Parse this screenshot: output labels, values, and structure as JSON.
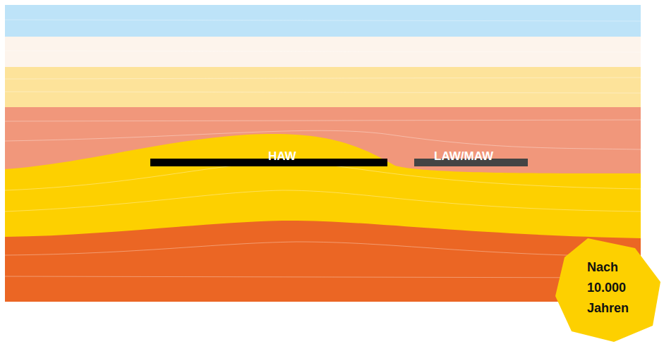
{
  "diagram": {
    "nodes": [
      {
        "text": [
          "Nach 10.000 Jahren"
        ]
      }
    ],
    "labels": [
      "HAW",
      "LAW/MAW"
    ]
  }
}
